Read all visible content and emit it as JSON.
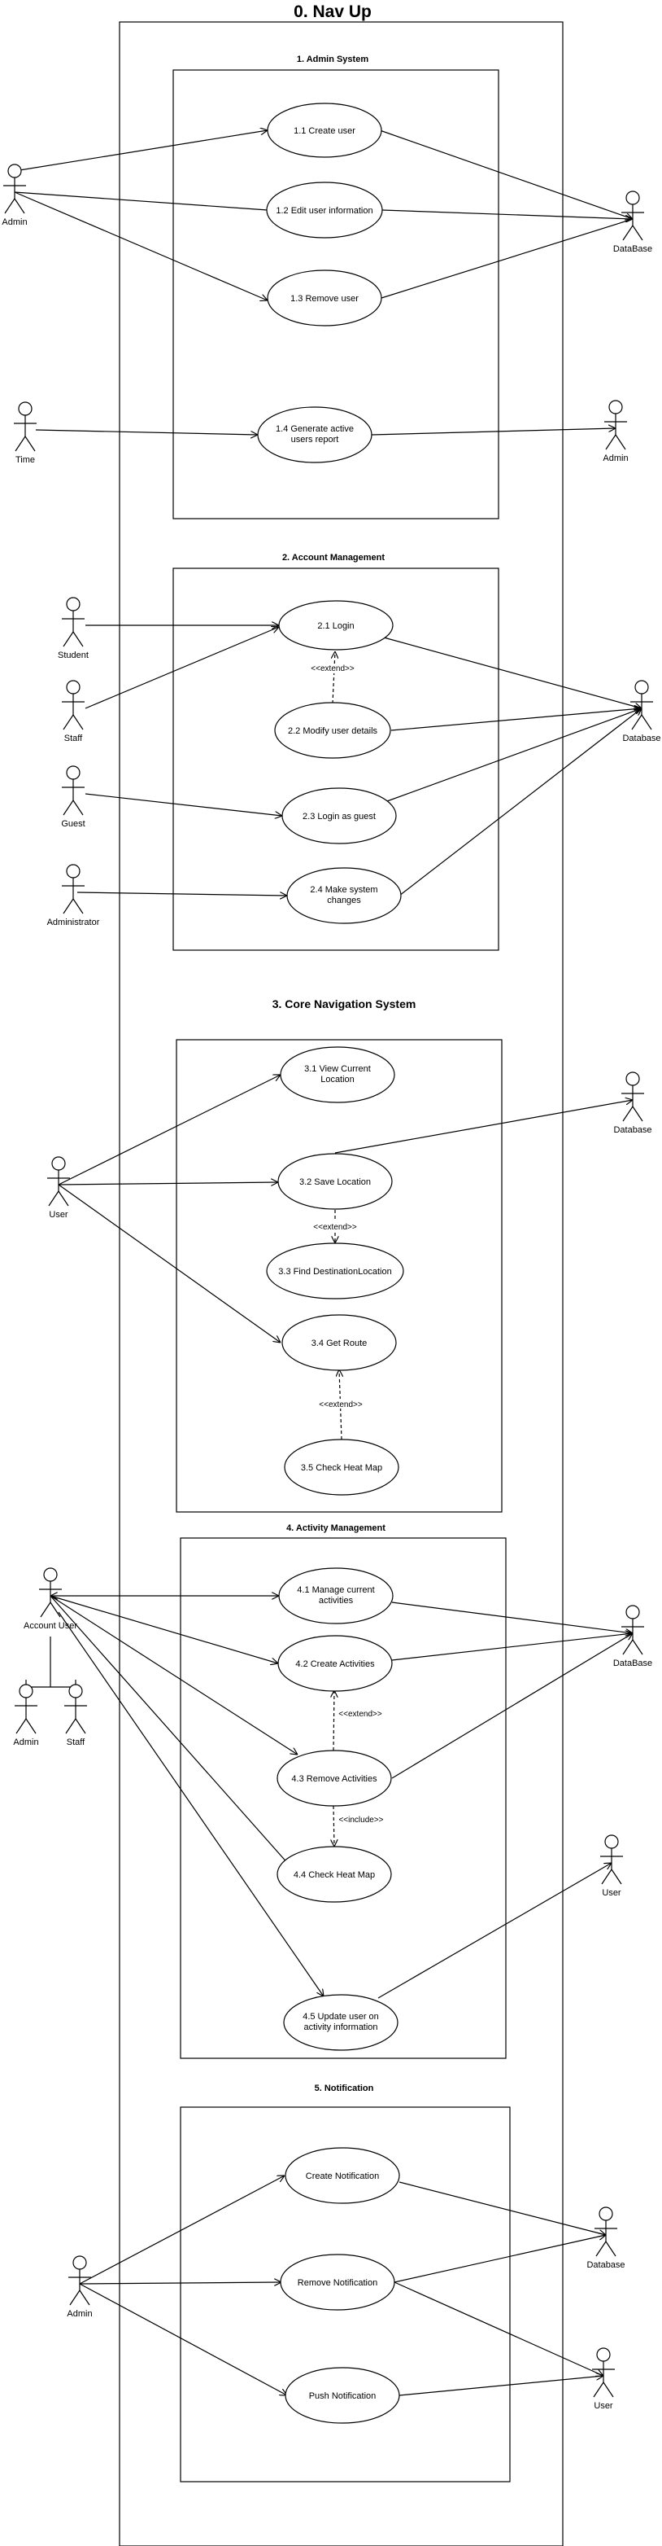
{
  "title": "0. Nav Up",
  "sections": [
    {
      "heading": "1. Admin System",
      "actors": [
        "Admin",
        "DataBase",
        "Time",
        "Admin"
      ],
      "use_cases": [
        "1.1 Create user",
        "1.2 Edit user information",
        "1.3 Remove user",
        "1.4 Generate active users report"
      ]
    },
    {
      "heading": "2. Account Management",
      "actors": [
        "Student",
        "Staff",
        "Guest",
        "Administrator",
        "Database"
      ],
      "use_cases": [
        "2.1 Login",
        "2.2 Modify user details",
        "2.3 Login as guest",
        "2.4 Make system changes"
      ],
      "relations": [
        "<<extend>>"
      ]
    },
    {
      "heading": "3. Core Navigation System",
      "actors": [
        "User",
        "Database"
      ],
      "use_cases": [
        "3.1 View Current Location",
        "3.2 Save Location",
        "3.3 Find DestinationLocation",
        "3.4 Get Route",
        "3.5 Check Heat Map"
      ],
      "relations": [
        "<<extend>>",
        "<<extend>>"
      ]
    },
    {
      "heading": "4. Activity Management",
      "actors": [
        "Account User",
        "Admin",
        "Staff",
        "DataBase",
        "User"
      ],
      "use_cases": [
        "4.1 Manage current activities",
        "4.2 Create Activities",
        "4.3 Remove Activities",
        "4.4 Check Heat Map",
        "4.5 Update user on activity information"
      ],
      "relations": [
        "<<extend>>",
        "<<include>>"
      ]
    },
    {
      "heading": "5. Notification",
      "actors": [
        "Admin",
        "Database",
        "User"
      ],
      "use_cases": [
        "Create Notification",
        "Remove Notification",
        "Push Notification"
      ]
    }
  ]
}
